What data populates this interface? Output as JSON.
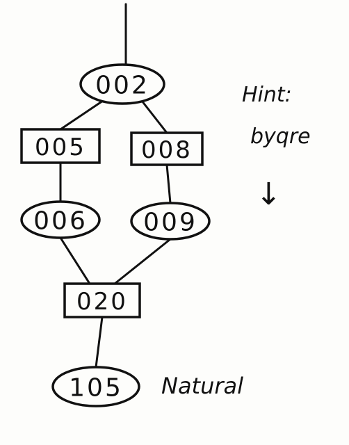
{
  "nodes": [
    {
      "id": "n002",
      "label": "002",
      "shape": "ellipse"
    },
    {
      "id": "n005",
      "label": "005",
      "shape": "box"
    },
    {
      "id": "n008",
      "label": "008",
      "shape": "box"
    },
    {
      "id": "n006",
      "label": "006",
      "shape": "ellipse"
    },
    {
      "id": "n009",
      "label": "009",
      "shape": "ellipse"
    },
    {
      "id": "n020",
      "label": "020",
      "shape": "box"
    },
    {
      "id": "n105",
      "label": "105",
      "shape": "ellipse"
    }
  ],
  "edges": [
    [
      "n002",
      "n005"
    ],
    [
      "n002",
      "n008"
    ],
    [
      "n005",
      "n006"
    ],
    [
      "n008",
      "n009"
    ],
    [
      "n006",
      "n020"
    ],
    [
      "n009",
      "n020"
    ],
    [
      "n020",
      "n105"
    ]
  ],
  "hint": {
    "title": "Hint:",
    "code": "byqre",
    "arrow": "↓"
  },
  "side_label": "Natural",
  "colors": {
    "ink": "#111111",
    "paper": "#fdfdfb"
  }
}
